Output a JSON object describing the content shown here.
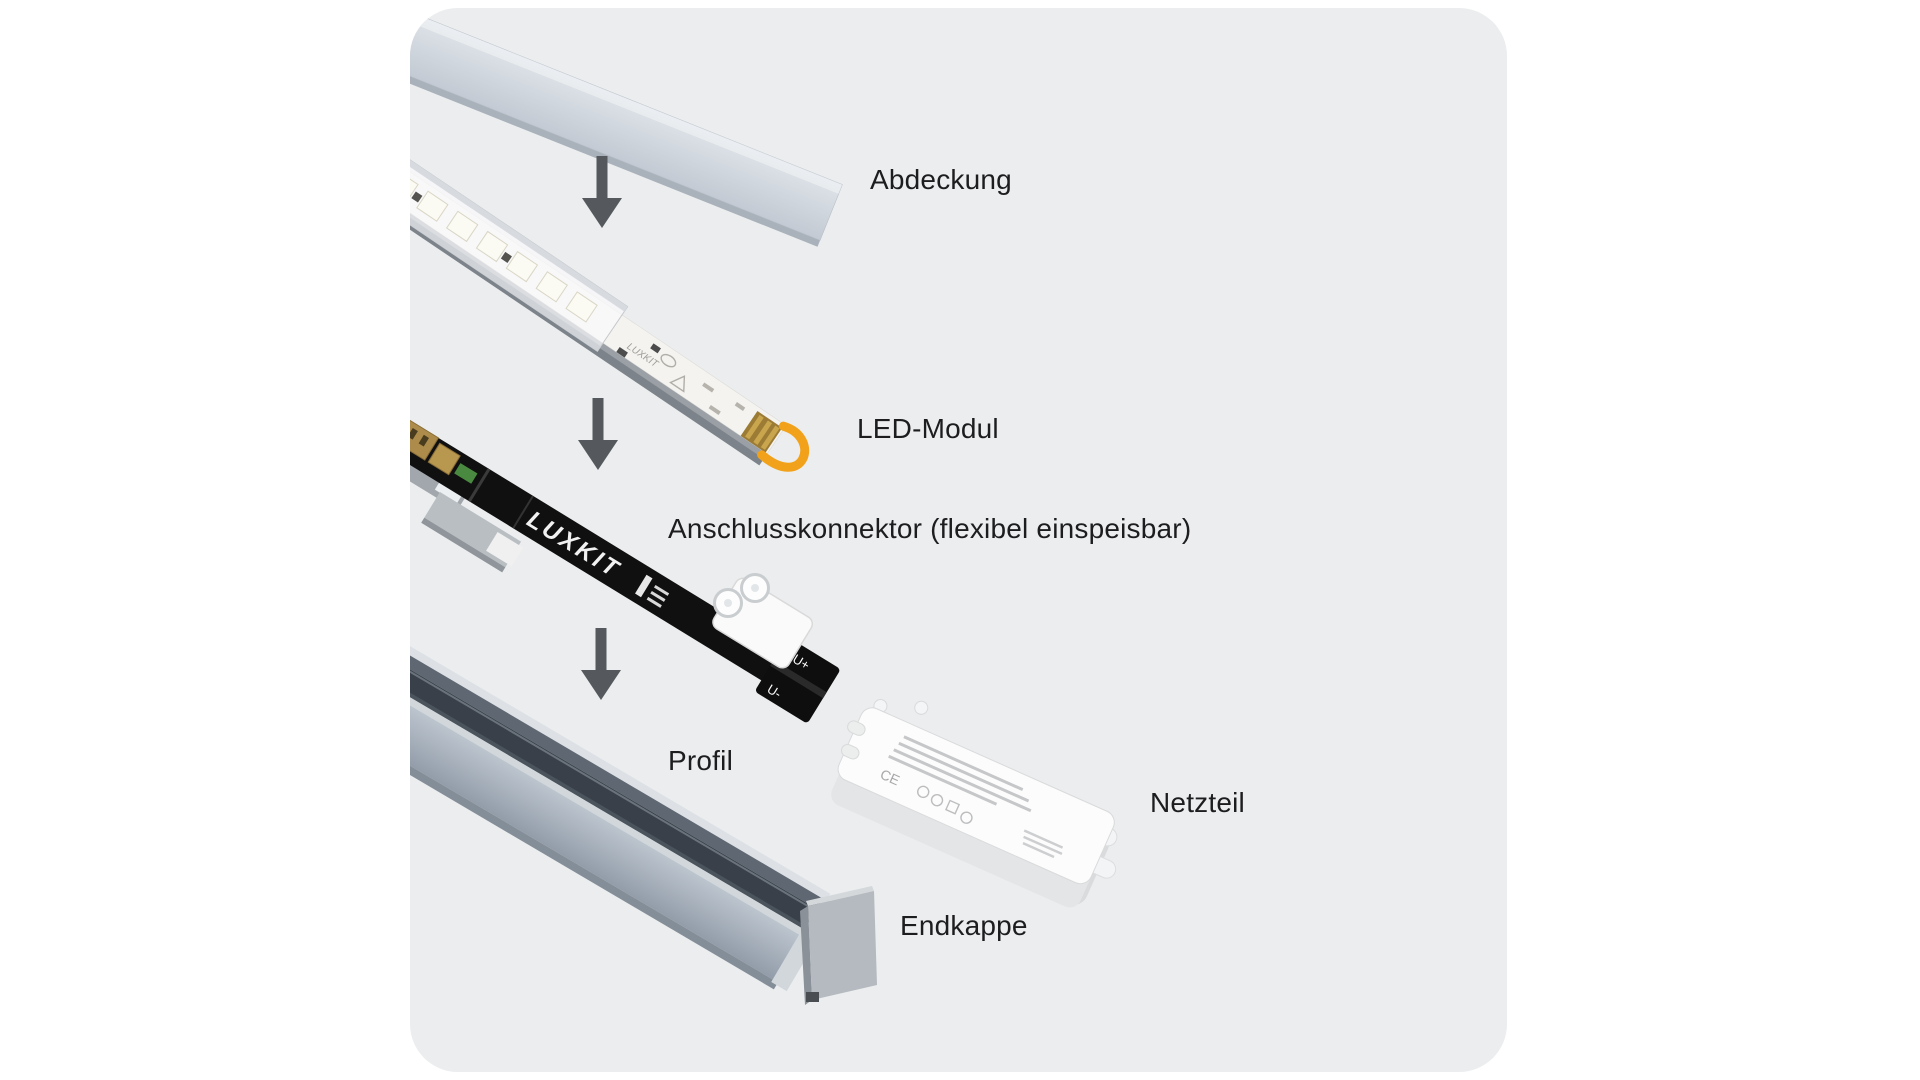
{
  "page": {
    "background": "#ffffff",
    "panel_color": "#ebedee"
  },
  "parts": {
    "abdeckung": "Abdeckung",
    "led_modul": "LED-Modul",
    "anschlusskonnektor": "Anschlusskonnektor (flexibel einspeisbar)",
    "profil": "Profil",
    "netzteil": "Netzteil",
    "endkappe": "Endkappe"
  },
  "markings": {
    "brand_strip": "LUXKIT",
    "brand_pcb": "LUXKIT",
    "u_plus": "U+",
    "u_minus": "U-",
    "ce_mark": "CE"
  },
  "colors": {
    "arrow": "#55595d",
    "panel": "#ebedee",
    "cover_top": "#d6dbe1",
    "profile_front": "#aab4be",
    "profile_dark": "#394049",
    "strip_black": "#101010",
    "accent_orange": "#f2a21a",
    "gold_contact": "#ad8c4b",
    "label_text": "#1d1d1f"
  }
}
